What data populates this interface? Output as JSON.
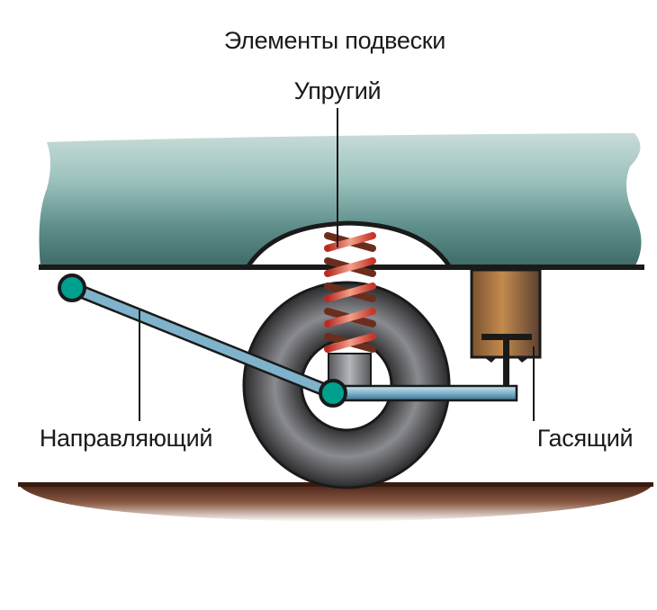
{
  "title": "Элементы подвески",
  "labels": {
    "elastic": "Упругий",
    "guiding": "Направляющий",
    "damping": "Гасящий"
  },
  "colors": {
    "body": "#6fa3a0",
    "joint": "#00a08f",
    "arm": "#7fb3cc",
    "spring": "#d9463a",
    "shock": "#b9844a",
    "ground": "#6b3a2a"
  }
}
